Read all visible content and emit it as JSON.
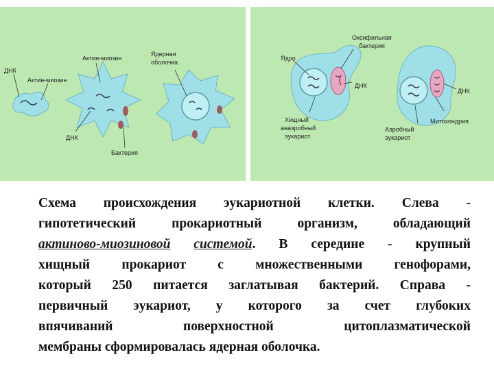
{
  "left_panel": {
    "labels": {
      "dna_1": "ДНК",
      "actin_myosin_1": "Актин-миозин",
      "actin_myosin_2": "Актин-миозин",
      "nuclear_envelope_1": "Ядерная",
      "nuclear_envelope_2": "оболочка",
      "dna_2": "ДНК",
      "bacterium": "Бактерия"
    }
  },
  "right_panel": {
    "labels": {
      "oxyphilic_1": "Оксифильная",
      "oxyphilic_2": "бактерия",
      "nucleus": "Ядро",
      "dna_1": "ДНК",
      "dna_2": "ДНК",
      "predator_1": "Хищный",
      "predator_2": "анаэробный",
      "predator_3": "эукариот",
      "mitochondrion": "Митохондрия",
      "aerobic_1": "Аэробный",
      "aerobic_2": "эукариот"
    }
  },
  "caption": {
    "line1": "Схема происхождения эукариотной клетки. Слева -",
    "line2": "гипотетический прокариотный организм, обладающий",
    "line3_link1": "актиново-миозиновой",
    "line3_link2": "системой",
    "line3_rest": ". В середине - крупный",
    "line4": "хищный прокариот с множественными генофорами,",
    "line5": "который 250 питается заглатывая бактерий. Справа -",
    "line6": "первичный эукариот, у которого за счет глубоких",
    "line7": "впячиваний поверхностной цитоплазматической",
    "line8": "мембраны сформировалась ядерная оболочка."
  },
  "colors": {
    "panel_bg": "#bde8b2",
    "cell_fill": "#9fe0e8",
    "bacteria_fill": "#e5a8bf"
  }
}
